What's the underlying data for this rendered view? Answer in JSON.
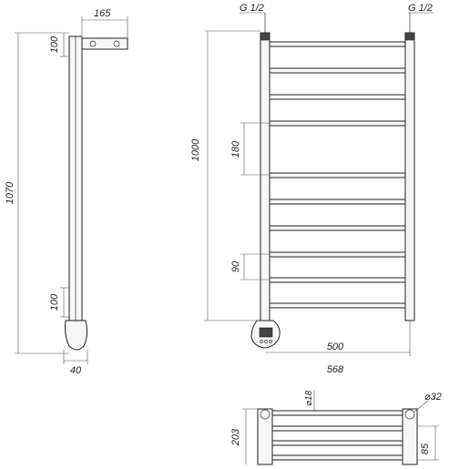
{
  "side_view": {
    "top_depth": "165",
    "total_height": "1070",
    "top_offset": "100",
    "bottom_offset": "100",
    "tube_width": "40"
  },
  "front_view": {
    "left_thread": "G 1/2",
    "right_thread": "G 1/2",
    "height_between_axes": "1000",
    "rung_spacing_large": "180",
    "rung_spacing_small": "90",
    "axis_width": "500",
    "overall_width": "568"
  },
  "top_view": {
    "rung_diameter": "⌀18",
    "riser_diameter": "⌀32",
    "depth": "203",
    "shelf_spacing": "85"
  }
}
